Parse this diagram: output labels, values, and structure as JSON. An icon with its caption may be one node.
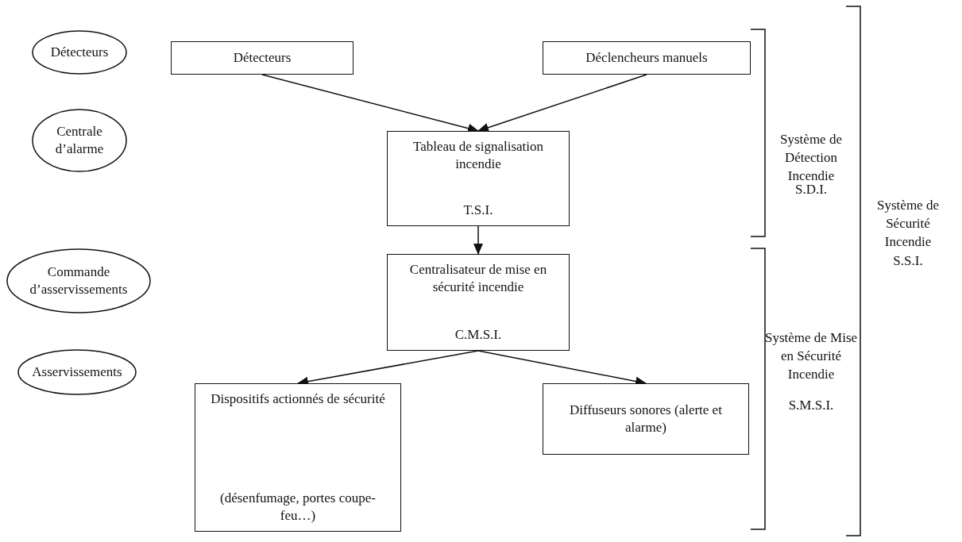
{
  "diagram": {
    "nodes": [
      {
        "text": [
          "Détecteurs"
        ]
      },
      {
        "text": [
          "Détecteurs"
        ]
      },
      {
        "text": [
          "Déclencheurs manuels"
        ]
      },
      {
        "text": [
          "Centrale d’alarme"
        ]
      },
      {
        "text": [
          "Tableau de signalisation incendie",
          "T.S.I."
        ]
      },
      {
        "text": [
          "Commande d’asservissements"
        ]
      },
      {
        "text": [
          "Centralisateur de mise en sécurité incendie",
          "C.M.S.I."
        ]
      },
      {
        "text": [
          "Asservissements"
        ]
      },
      {
        "text": [
          "Dispositifs actionnés de sécurité",
          "(désenfumage, portes coupe-feu…)"
        ]
      },
      {
        "text": [
          "Diffuseurs sonores (alerte et alarme)"
        ]
      }
    ],
    "edges": [
      {
        "from": 1,
        "to": 4,
        "arrow": "to"
      },
      {
        "from": 2,
        "to": 4,
        "arrow": "to"
      },
      {
        "from": 4,
        "to": 6,
        "arrow": "to"
      },
      {
        "from": 6,
        "to": 8,
        "arrow": "to"
      },
      {
        "from": 6,
        "to": 9,
        "arrow": "to"
      }
    ],
    "labels": [
      "Système de Détection Incendie",
      "S.D.I.",
      "Système de Sécurité Incendie",
      "S.S.I.",
      "Système de Mise en Sécurité Incendie",
      "S.M.S.I."
    ]
  }
}
